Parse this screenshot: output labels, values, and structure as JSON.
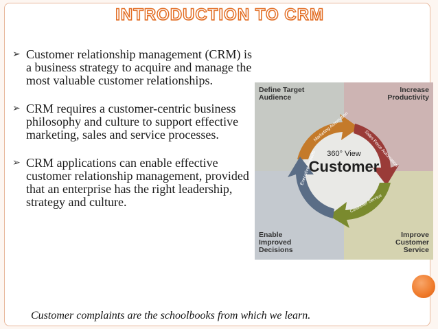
{
  "title": "INTRODUCTION TO CRM",
  "bullets": [
    "Customer relationship management (CRM) is a business strategy to acquire and manage the most valuable customer relationships.",
    "CRM requires a customer-centric business philosophy and culture to support effective marketing, sales and service processes.",
    "CRM applications can enable effective customer relationship management, provided that an enterprise has the right leadership, strategy and culture."
  ],
  "bullet_marker": "➢",
  "diagram": {
    "top_left": "Define Target Audience",
    "top_right": "Increase Productivity",
    "bottom_left": "Enable Improved Decisions",
    "bottom_right": "Improve Customer Service",
    "center_small": "360° View",
    "center_big": "Customer",
    "arrow_labels": [
      "Marketing Automation",
      "Sales Force Automation",
      "Customer Service",
      "Executive Reports"
    ]
  },
  "quote": "Customer complaints are the schoolbooks from which we learn.",
  "colors": {
    "accent": "#e26a1f",
    "arrow_orange": "#c47a2a",
    "arrow_blue": "#5a6d86",
    "arrow_green": "#7a8a2e",
    "arrow_red": "#9a3b38"
  }
}
